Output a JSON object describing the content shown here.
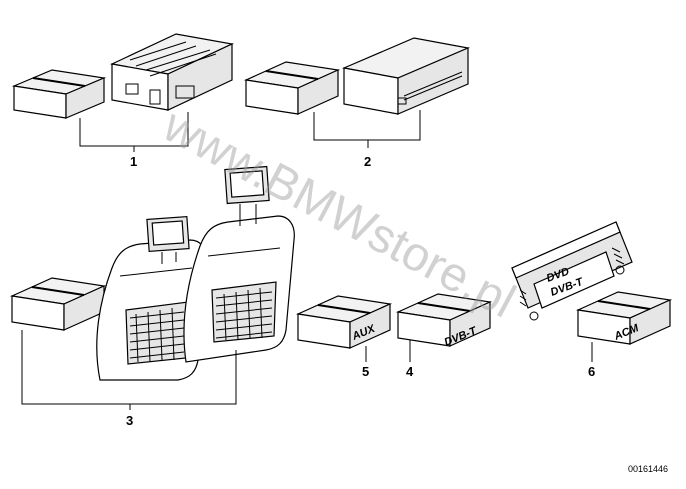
{
  "diagram": {
    "parts": [
      {
        "number": "1"
      },
      {
        "number": "2"
      },
      {
        "number": "3"
      },
      {
        "number": "4",
        "box_label": "DVB-T"
      },
      {
        "number": "5",
        "box_label": "AUX"
      },
      {
        "number": "6",
        "box_label": "ACM"
      }
    ],
    "screen_label_line1": "DVD",
    "screen_label_line2": "DVB-T",
    "drawing_code": "00161446",
    "watermark": "www.BMWstore.pl"
  }
}
